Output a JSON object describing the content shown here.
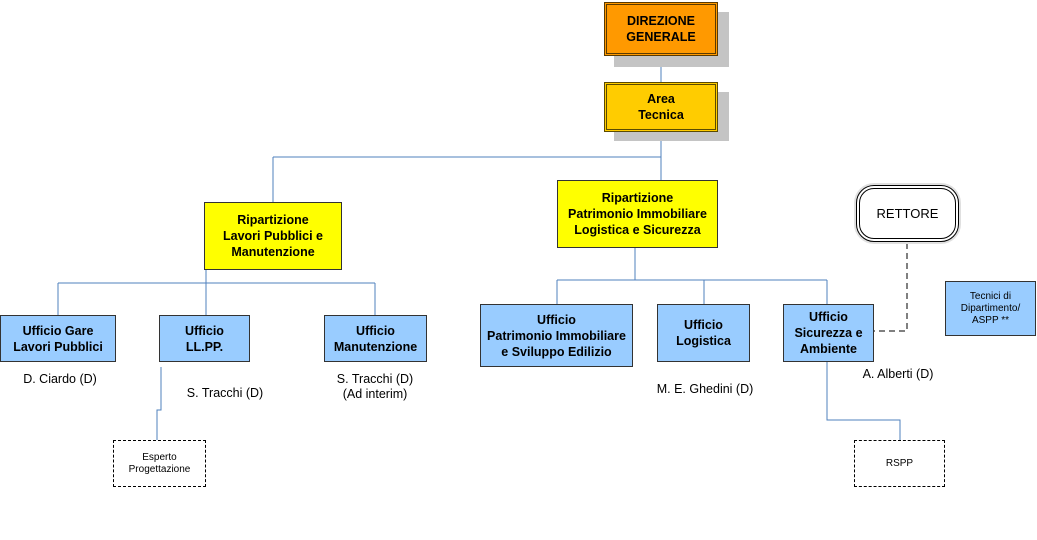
{
  "direzione": {
    "label": "DIREZIONE\nGENERALE"
  },
  "area_tecnica": {
    "label": "Area\nTecnica"
  },
  "rip_lavori": {
    "label": "Ripartizione\nLavori Pubblici e\nManutenzione"
  },
  "rip_patrimonio": {
    "label": "Ripartizione\nPatrimonio Immobiliare\nLogistica e Sicurezza"
  },
  "rettore": {
    "label": "RETTORE"
  },
  "tecnici": {
    "label": "Tecnici di\nDipartimento/\nASPP **"
  },
  "uff_gare": {
    "label": "Ufficio Gare\nLavori Pubblici",
    "person": "D. Ciardo (D)"
  },
  "uff_llpp": {
    "label": "Ufficio\nLL.PP.",
    "person": "S. Tracchi (D)"
  },
  "uff_manut": {
    "label": "Ufficio\nManutenzione",
    "person": "S. Tracchi (D)\n(Ad interim)"
  },
  "uff_patrimonio": {
    "label": "Ufficio\nPatrimonio Immobiliare\ne Sviluppo Edilizio"
  },
  "uff_logistica": {
    "label": "Ufficio\nLogistica",
    "person": "M. E. Ghedini (D)"
  },
  "uff_sicurezza": {
    "label": "Ufficio\nSicurezza e\nAmbiente",
    "person": "A. Alberti  (D)"
  },
  "esperto": {
    "label": "Esperto\nProgettazione"
  },
  "rspp": {
    "label": "RSPP"
  }
}
